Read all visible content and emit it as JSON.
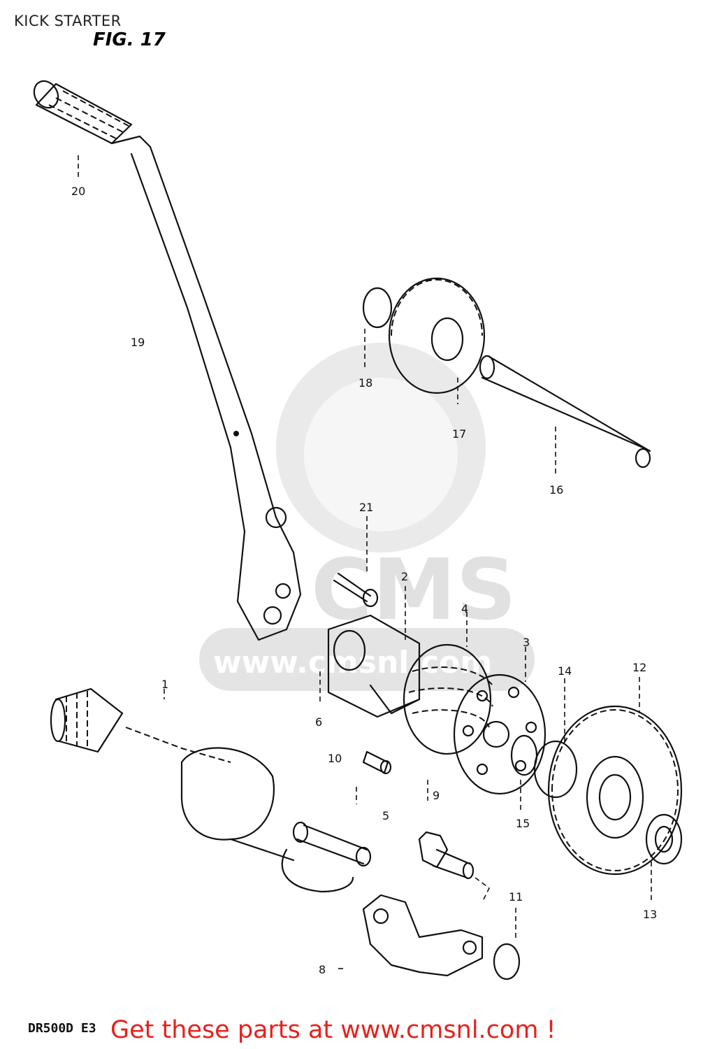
{
  "header": {
    "title": "KICK STARTER",
    "figure": "FIG. 17"
  },
  "footer": {
    "model_code": "DR500D E3",
    "cta": "Get these parts at www.cmsnl.com !"
  },
  "watermark": {
    "brand": "CMS",
    "url": "www.cmsnl.com"
  },
  "colors": {
    "cta": "#e8201c",
    "watermark": "#d4d4d4",
    "line": "#111111"
  },
  "callouts": [
    {
      "id": "1",
      "label": "1"
    },
    {
      "id": "2",
      "label": "2"
    },
    {
      "id": "3",
      "label": "3"
    },
    {
      "id": "4",
      "label": "4"
    },
    {
      "id": "5",
      "label": "5"
    },
    {
      "id": "6",
      "label": "6"
    },
    {
      "id": "8",
      "label": "8"
    },
    {
      "id": "9",
      "label": "9"
    },
    {
      "id": "10",
      "label": "10"
    },
    {
      "id": "11",
      "label": "11"
    },
    {
      "id": "12",
      "label": "12"
    },
    {
      "id": "13",
      "label": "13"
    },
    {
      "id": "14",
      "label": "14"
    },
    {
      "id": "15",
      "label": "15"
    },
    {
      "id": "16",
      "label": "16"
    },
    {
      "id": "17",
      "label": "17"
    },
    {
      "id": "18",
      "label": "18"
    },
    {
      "id": "19",
      "label": "19"
    },
    {
      "id": "20",
      "label": "20"
    },
    {
      "id": "21",
      "label": "21"
    }
  ]
}
